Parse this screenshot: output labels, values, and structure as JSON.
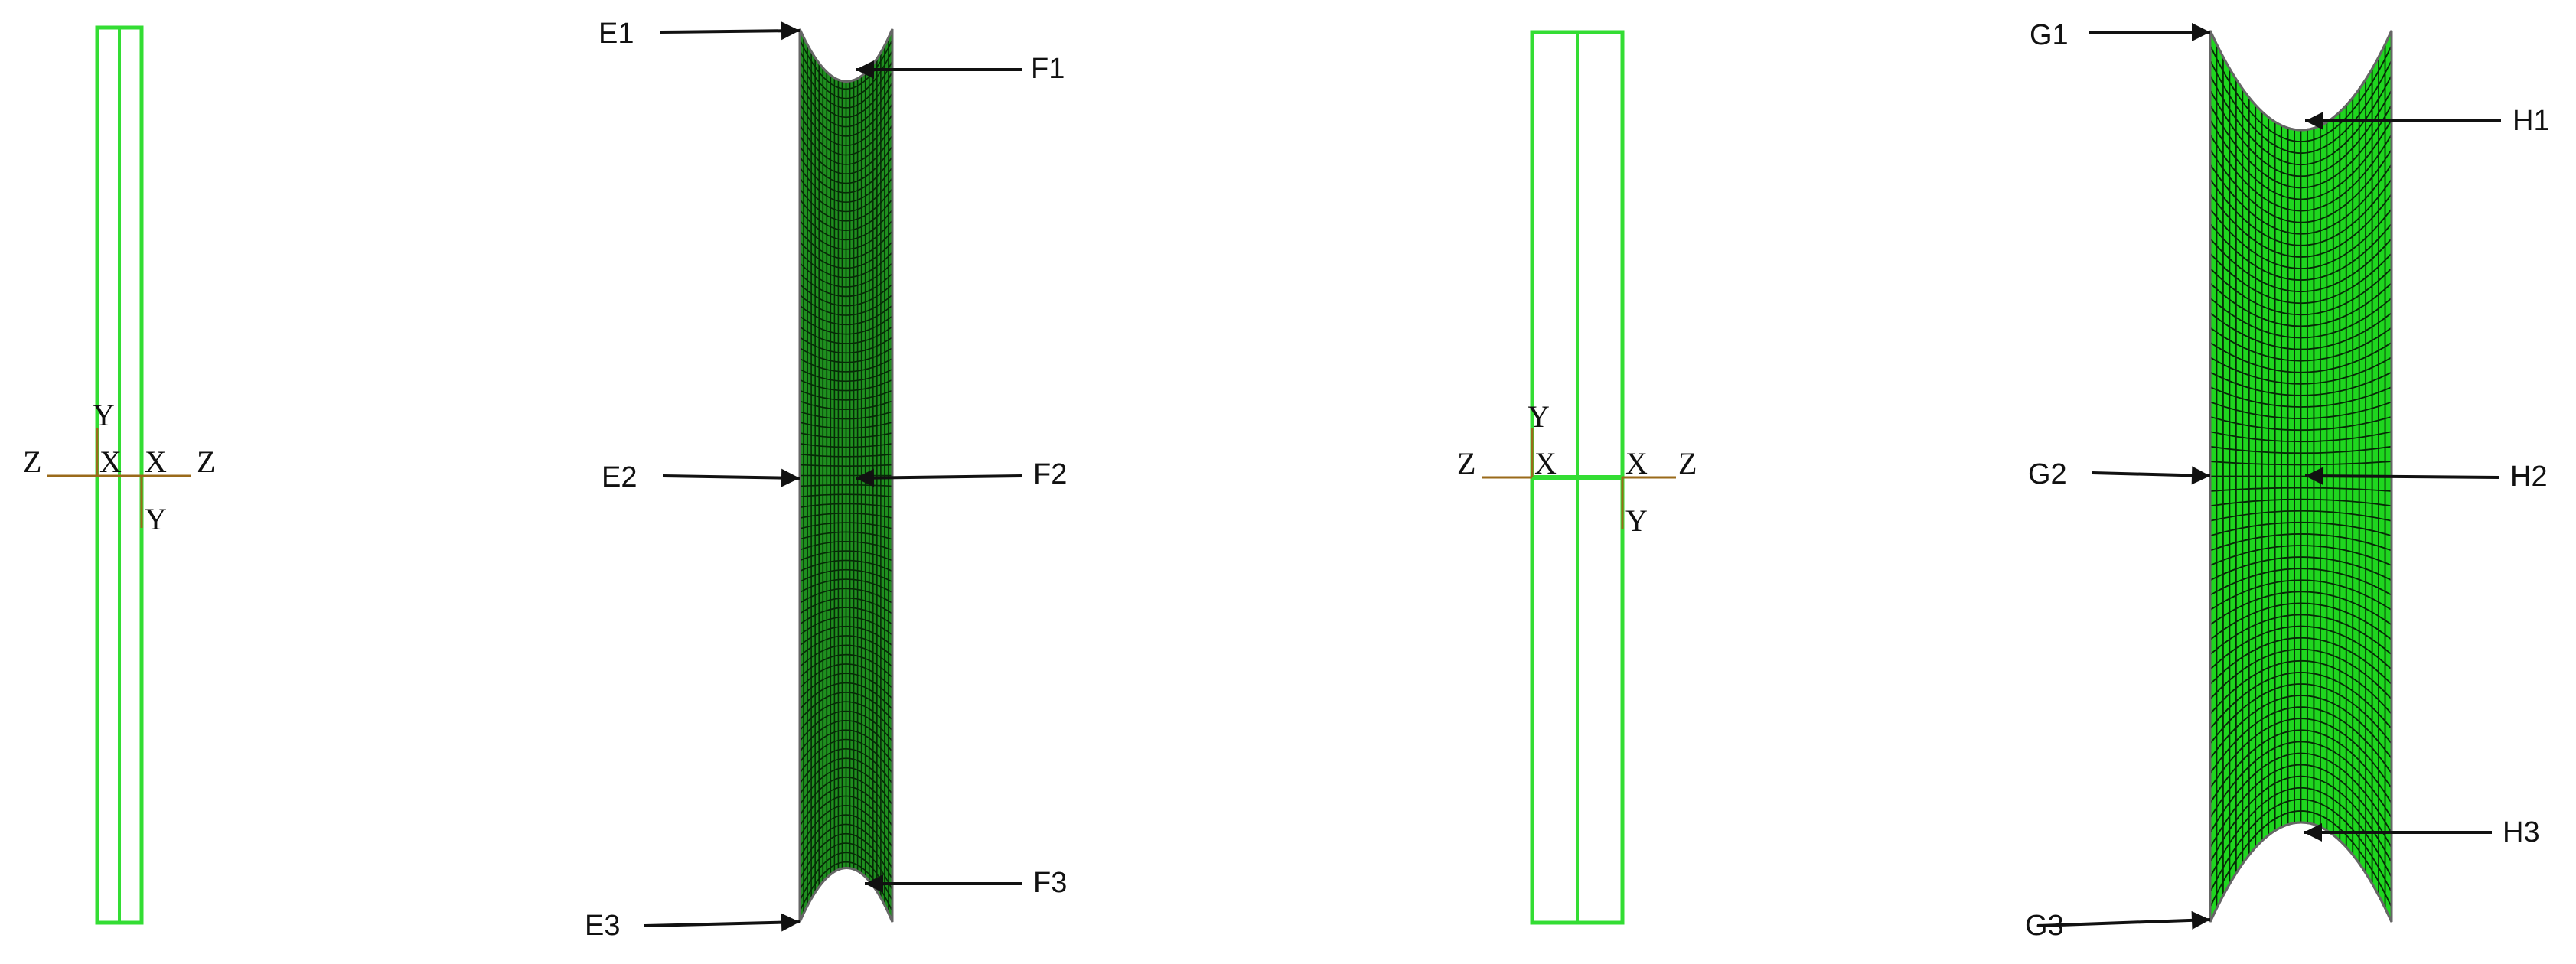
{
  "colors": {
    "background": "#ffffff",
    "outline_green": "#33dd33",
    "mesh_fill_dark": "#1f8f1f",
    "mesh_fill_bright": "#1fd61f",
    "mesh_line": "#062a06",
    "arrow": "#111111",
    "axis_line": "#9a6a1a"
  },
  "axis_labels": {
    "y_up": "Y",
    "z_left": "Z",
    "x_left": "X",
    "x_right": "X",
    "z_right": "Z",
    "y_down": "Y"
  },
  "mesh_a": {
    "labels": {
      "e1": "E1",
      "e2": "E2",
      "e3": "E3",
      "f1": "F1",
      "f2": "F2",
      "f3": "F3"
    }
  },
  "mesh_b": {
    "labels": {
      "g1": "G1",
      "g2": "G2",
      "g3": "G3",
      "h1": "H1",
      "h2": "H2",
      "h3": "H3"
    }
  }
}
